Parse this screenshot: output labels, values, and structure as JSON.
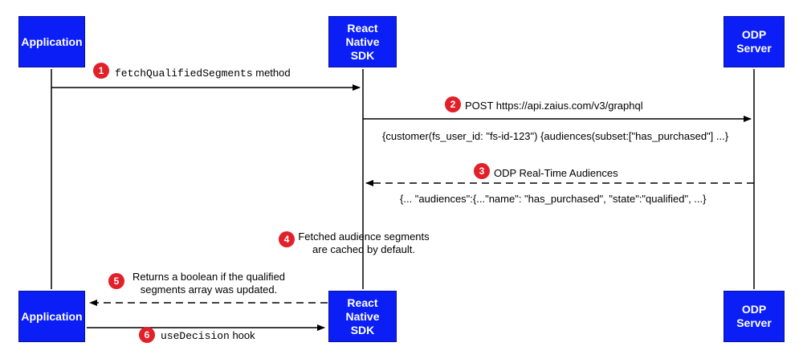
{
  "colors": {
    "box": "#0a1ef5",
    "badge": "#e2202a",
    "line": "#000000"
  },
  "participants": {
    "app_top": "Application",
    "sdk_top": "React\nNative\nSDK",
    "odp_top": "ODP\nServer",
    "app_bottom": "Application",
    "sdk_bottom": "React\nNative\nSDK",
    "odp_bottom": "ODP\nServer"
  },
  "steps": [
    {
      "num": "1",
      "code": "fetchQualifiedSegments",
      "text": " method"
    },
    {
      "num": "2",
      "text": "POST https://api.zaius.com/v3/graphql",
      "detail": "{customer(fs_user_id: \"fs-id-123\") {audiences(subset:[\"has_purchased\"] ...}"
    },
    {
      "num": "3",
      "text": "ODP Real-Time Audiences",
      "detail": "{... \"audiences\":{...\"name\": \"has_purchased\", \"state\":\"qualified\", ...}"
    },
    {
      "num": "4",
      "line1": "Fetched audience segments",
      "line2": "are cached by default."
    },
    {
      "num": "5",
      "line1": "Returns a boolean if the qualified",
      "line2": "segments array was updated."
    },
    {
      "num": "6",
      "code": "useDecision",
      "text": " hook"
    }
  ]
}
